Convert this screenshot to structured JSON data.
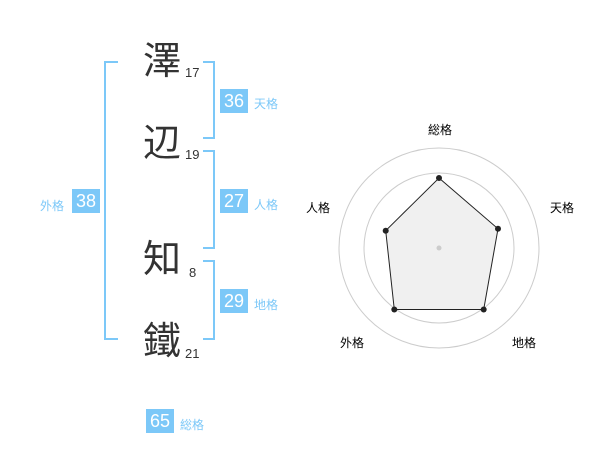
{
  "name_chars": [
    {
      "char": "澤",
      "strokes": "17"
    },
    {
      "char": "辺",
      "strokes": "19"
    },
    {
      "char": "知",
      "strokes": "8"
    },
    {
      "char": "鐵",
      "strokes": "21"
    }
  ],
  "kakusu": {
    "tenkaku": {
      "value": "36",
      "label": "天格"
    },
    "jinkaku": {
      "value": "27",
      "label": "人格"
    },
    "chikaku": {
      "value": "29",
      "label": "地格"
    },
    "gaikaku": {
      "value": "38",
      "label": "外格"
    },
    "soukaku": {
      "value": "65",
      "label": "総格"
    }
  },
  "colors": {
    "accent": "#7cc8f8",
    "text": "#333333",
    "radar_fill": "#f0f0f0",
    "ring": "#cccccc"
  },
  "chart_data": {
    "type": "radar",
    "axes": [
      "総格",
      "天格",
      "地格",
      "外格",
      "人格"
    ],
    "values": [
      0.7,
      0.62,
      0.76,
      0.76,
      0.56
    ],
    "range": [
      0,
      1
    ],
    "rings": 4
  }
}
